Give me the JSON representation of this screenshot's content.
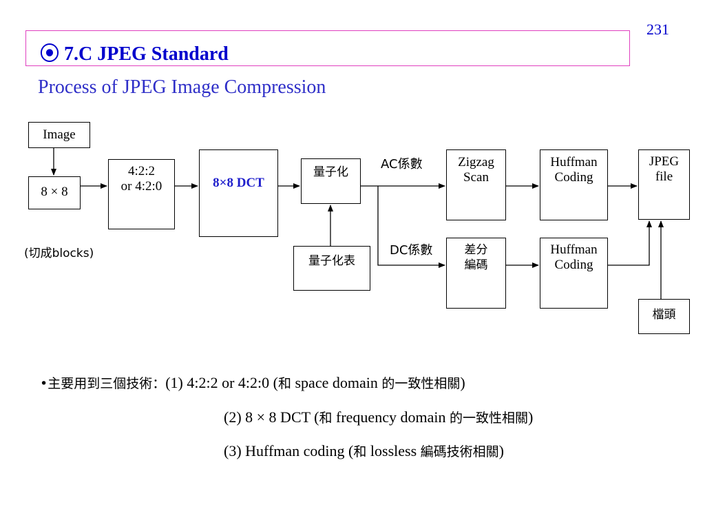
{
  "page_number": "231",
  "title": {
    "icon": "bullseye-icon",
    "icon_glyph": "⦿",
    "text": "7.C  JPEG  Standard",
    "accent_color": "#0000cc",
    "border_color": "#e040c0"
  },
  "subtitle": "Process of  JPEG Image Compression",
  "diagram": {
    "image": "Image",
    "block8x8": "8 × 8",
    "cut_blocks": "(切成blocks)",
    "chroma": "4:2:2\nor 4:2:0",
    "dct": "8×8 DCT",
    "dct_color": "#2020cc",
    "quantize": "量子化",
    "quant_table": "量子化表",
    "ac_label": "AC係數",
    "dc_label": "DC係數",
    "zigzag": "Zigzag\nScan",
    "diff_coding": "差分\n編碼",
    "huffman_ac": "Huffman\nCoding",
    "huffman_dc": "Huffman\nCoding",
    "jpeg_file": "JPEG\nfile",
    "header": "檔頭"
  },
  "bullets": {
    "line1_prefix": "•主要用到三個技術：",
    "line1_a": "(1) 4:2:2 or 4:2:0   (",
    "line1_b": "和",
    "line1_c": " space domain ",
    "line1_d": "的一致性相關",
    "line1_e": ")",
    "line2_a": "(2) 8 × 8 DCT  (",
    "line2_b": "和",
    "line2_c": " frequency domain ",
    "line2_d": "的一致性相關",
    "line2_e": ")",
    "line3_a": "(3) Huffman coding (",
    "line3_b": "和",
    "line3_c": " lossless ",
    "line3_d": "編碼技術相關",
    "line3_e": ")"
  }
}
